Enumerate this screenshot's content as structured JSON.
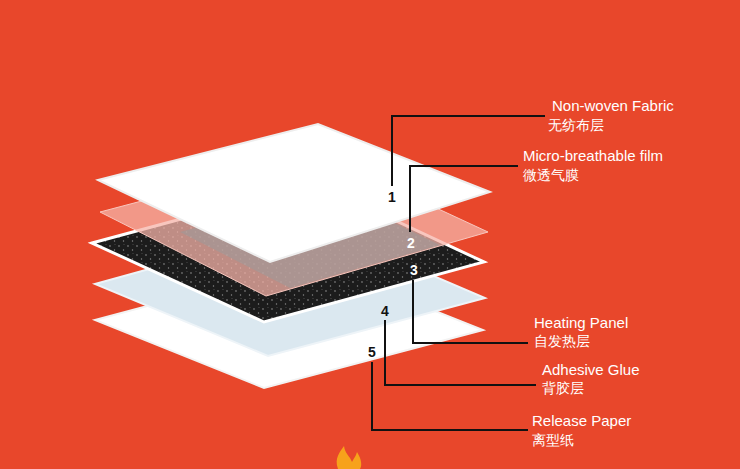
{
  "diagram": {
    "labels": [
      "Non-woven Fabric",
      "无纺布层",
      "Micro-breathable film",
      "微透气膜",
      "Heating Panel",
      "自发热层",
      "Adhesive Glue",
      "背胶层",
      "Release Paper",
      "离型纸",
      "1",
      "2",
      "3",
      "4",
      "5"
    ]
  }
}
